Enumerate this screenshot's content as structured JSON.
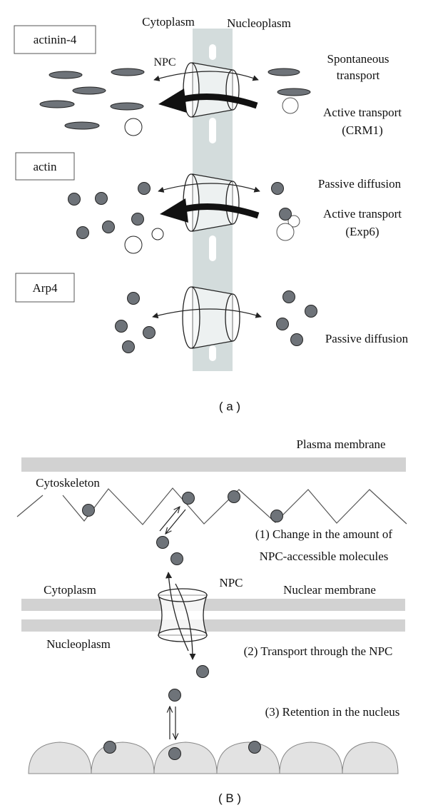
{
  "panel_a": {
    "label": "( a )",
    "header_cytoplasm": "Cytoplasm",
    "header_nucleoplasm": "Nucleoplasm",
    "npc_label": "NPC",
    "rows": [
      {
        "protein": "actinin-4",
        "right_top": "Spontaneous",
        "right_top2": "transport",
        "right_mid": "Active transport",
        "right_mid2": "(CRM1)"
      },
      {
        "protein": "actin",
        "right_top": "Passive diffusion",
        "right_mid": "Active transport",
        "right_mid2": "(Exp6)"
      },
      {
        "protein": "Arp4",
        "right_top": "Passive diffusion"
      }
    ]
  },
  "panel_b": {
    "label": "( B )",
    "plasma_membrane": "Plasma membrane",
    "cytoskeleton": "Cytoskeleton",
    "step1_line1": "(1) Change in the amount of",
    "step1_line2": "NPC-accessible molecules",
    "npc_label": "NPC",
    "cytoplasm": "Cytoplasm",
    "nuclear_membrane": "Nuclear membrane",
    "nucleoplasm": "Nucleoplasm",
    "step2": "(2) Transport through the NPC",
    "step3": "(3) Retention in the nucleus"
  },
  "colors": {
    "molecule_fill": "#6e7379",
    "membrane_a": "#d3dcdc",
    "membrane_b": "#d2d2d2",
    "chromatin": "#e2e2e2",
    "npc_fill": "#e6e6e6"
  }
}
